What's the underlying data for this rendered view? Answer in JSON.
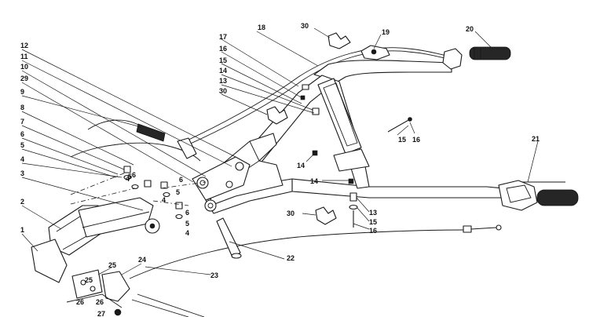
{
  "callouts": [
    {
      "id": "c1",
      "text": "1"
    },
    {
      "id": "c2",
      "text": "2"
    },
    {
      "id": "c3",
      "text": "3"
    },
    {
      "id": "c4a",
      "text": "4"
    },
    {
      "id": "c4b",
      "text": "4"
    },
    {
      "id": "c4c",
      "text": "4"
    },
    {
      "id": "c4d",
      "text": "4"
    },
    {
      "id": "c5a",
      "text": "5"
    },
    {
      "id": "c5b",
      "text": "5"
    },
    {
      "id": "c5c",
      "text": "5"
    },
    {
      "id": "c5d",
      "text": "5"
    },
    {
      "id": "c6a",
      "text": "6"
    },
    {
      "id": "c6b",
      "text": "6"
    },
    {
      "id": "c6c",
      "text": "6"
    },
    {
      "id": "c6d",
      "text": "6"
    },
    {
      "id": "c7",
      "text": "7"
    },
    {
      "id": "c8",
      "text": "8"
    },
    {
      "id": "c9",
      "text": "9"
    },
    {
      "id": "c29",
      "text": "29"
    },
    {
      "id": "c10",
      "text": "10"
    },
    {
      "id": "c11",
      "text": "11"
    },
    {
      "id": "c12",
      "text": "12"
    },
    {
      "id": "c17",
      "text": "17"
    },
    {
      "id": "c18",
      "text": "18"
    },
    {
      "id": "c16a",
      "text": "16"
    },
    {
      "id": "c15a",
      "text": "15"
    },
    {
      "id": "c14a",
      "text": "14"
    },
    {
      "id": "c13a",
      "text": "13"
    },
    {
      "id": "c30a",
      "text": "30"
    },
    {
      "id": "c30b",
      "text": "30"
    },
    {
      "id": "c30c",
      "text": "30"
    },
    {
      "id": "c19",
      "text": "19"
    },
    {
      "id": "c20",
      "text": "20"
    },
    {
      "id": "c15b",
      "text": "15"
    },
    {
      "id": "c16b",
      "text": "16"
    },
    {
      "id": "c14b",
      "text": "14"
    },
    {
      "id": "c14c",
      "text": "14"
    },
    {
      "id": "c21",
      "text": "21"
    },
    {
      "id": "c13b",
      "text": "13"
    },
    {
      "id": "c15c",
      "text": "15"
    },
    {
      "id": "c16c",
      "text": "16"
    },
    {
      "id": "c22",
      "text": "22"
    },
    {
      "id": "c23",
      "text": "23"
    },
    {
      "id": "c24",
      "text": "24"
    },
    {
      "id": "c25a",
      "text": "25"
    },
    {
      "id": "c25b",
      "text": "25"
    },
    {
      "id": "c26a",
      "text": "26"
    },
    {
      "id": "c26b",
      "text": "26"
    },
    {
      "id": "c27",
      "text": "27"
    }
  ]
}
